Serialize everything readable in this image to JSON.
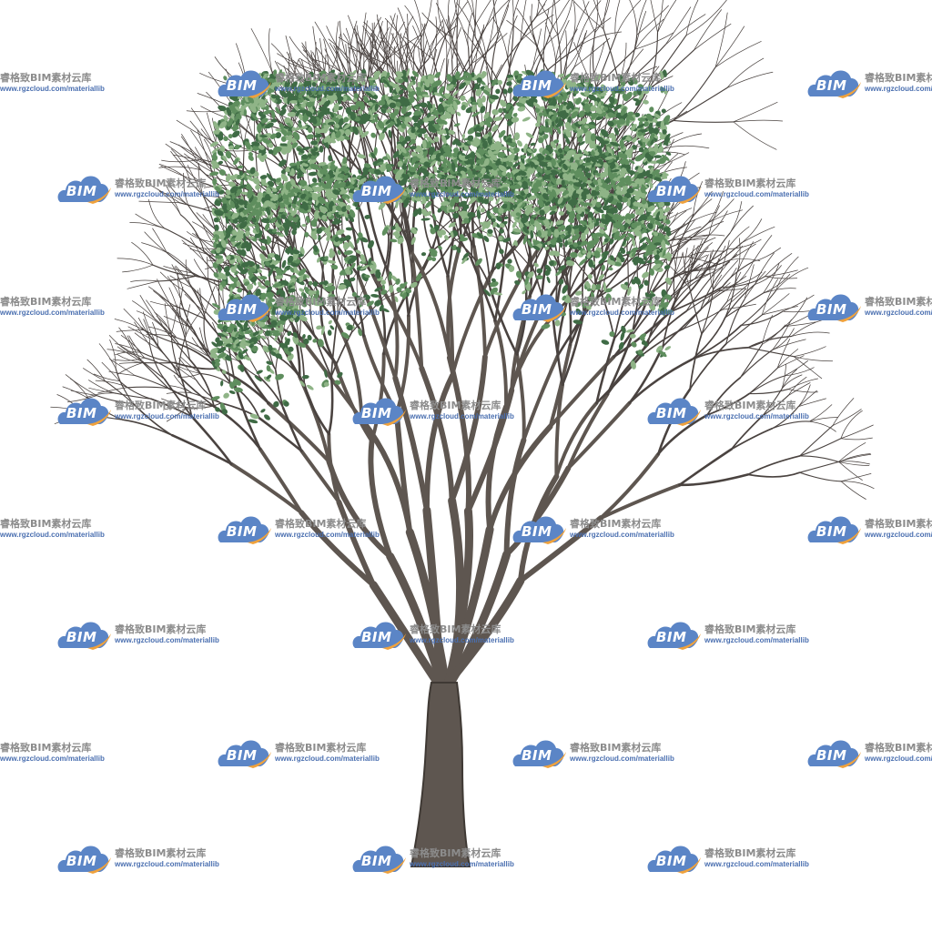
{
  "image": {
    "subject": "deciduous tree",
    "background_color": "#ffffff",
    "colors": {
      "trunk": "#5e5650",
      "trunk_dark": "#3f3934",
      "branch": "#4a4340",
      "leaf_light": "#8fb487",
      "leaf_mid": "#5f8e5e",
      "leaf_dark": "#3f6b45"
    }
  },
  "watermark": {
    "logo_text": "BIM",
    "brand_text": "睿格致BIM素材云库",
    "url": "www.rgzcloud.com/materiallib",
    "colors": {
      "cloud": "#5b85c6",
      "swoosh": "#f0a23c",
      "brand_text": "#8c8c8c",
      "url_text": "#4a6fb0"
    }
  }
}
